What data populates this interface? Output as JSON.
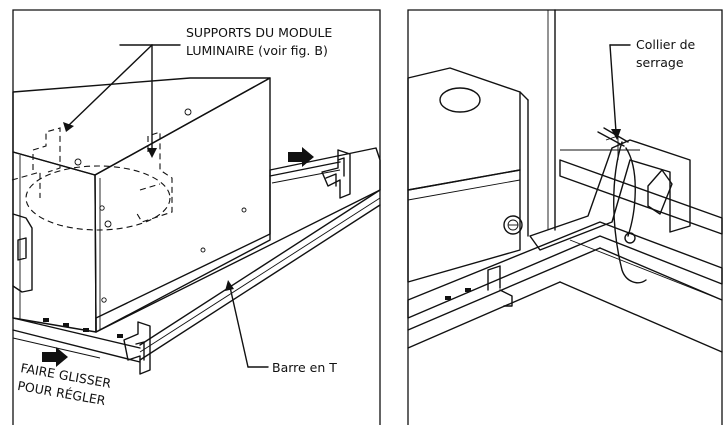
{
  "left_figure": {
    "label_supports_line1": "SUPPORTS DU MODULE",
    "label_supports_line2": "LUMINAIRE (voir fig. B)",
    "label_bar": "Barre en T",
    "label_slide_line1": "FAIRE GLISSER",
    "label_slide_line2": "POUR RÉGLER"
  },
  "right_figure": {
    "label_tie_line1": "Collier de",
    "label_tie_line2": "serrage"
  },
  "colors": {
    "ink": "#111111",
    "background": "#ffffff",
    "shade": "#c8c8c8"
  },
  "icons": [
    "arrow-right-icon",
    "screw-icon",
    "cable-tie-icon"
  ]
}
